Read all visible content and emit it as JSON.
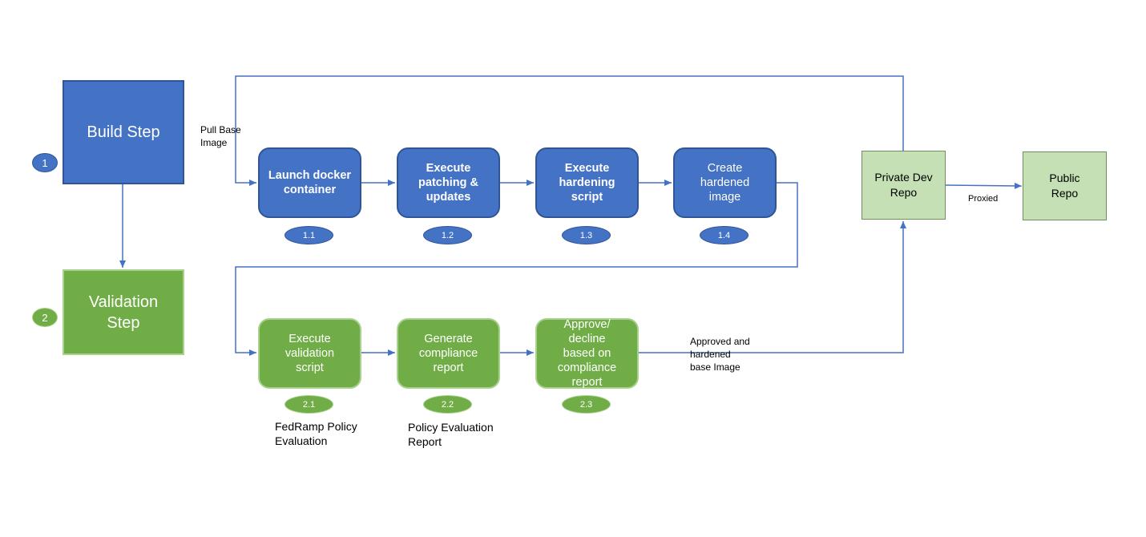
{
  "colors": {
    "blue": "#4472c4",
    "blue_dark": "#2f5597",
    "green": "#70ad47",
    "green_light": "#c5e0b4",
    "arrow": "#4472c4"
  },
  "phases": {
    "build": {
      "label": "Build Step",
      "badge": "1"
    },
    "validation": {
      "label": "Validation\nStep",
      "badge": "2"
    }
  },
  "build_steps": [
    {
      "label": "Launch docker\ncontainer",
      "num": "1.1"
    },
    {
      "label": "Execute\npatching &\nupdates",
      "num": "1.2"
    },
    {
      "label": "Execute\nhardening\nscript",
      "num": "1.3"
    },
    {
      "label": "Create\nhardened\nimage",
      "num": "1.4"
    }
  ],
  "validation_steps": [
    {
      "label": "Execute\nvalidation\nscript",
      "num": "2.1"
    },
    {
      "label": "Generate\ncompliance\nreport",
      "num": "2.2"
    },
    {
      "label": "Approve/\ndecline\nbased on\ncompliance\nreport",
      "num": "2.3"
    }
  ],
  "repos": {
    "private": "Private Dev\nRepo",
    "public": "Public\nRepo"
  },
  "labels": {
    "pull_base_image": "Pull Base\nImage",
    "proxied": "Proxied",
    "approved": "Approved and\nhardened\nbase Image",
    "fedramp": "FedRamp Policy\nEvaluation",
    "policy_report": "Policy Evaluation\nReport"
  }
}
